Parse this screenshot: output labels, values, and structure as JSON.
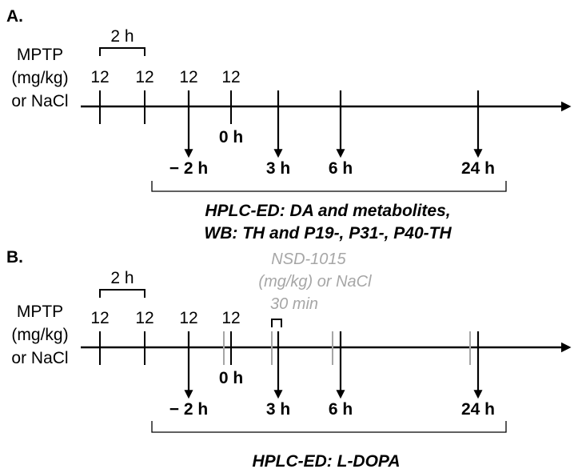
{
  "panel_a": {
    "label": "A.",
    "treatment_label": [
      "MPTP",
      "(mg/kg)",
      "or NaCl"
    ],
    "interval_label": "2 h",
    "doses": [
      "12",
      "12",
      "12",
      "12"
    ],
    "zero_label": "0 h",
    "timepoints": [
      "− 2 h",
      "3 h",
      "6 h",
      "24 h"
    ],
    "analysis": [
      "HPLC-ED: DA and metabolites,",
      "WB: TH and P19-, P31-, P40-TH"
    ]
  },
  "panel_b": {
    "label": "B.",
    "treatment_label": [
      "MPTP",
      "(mg/kg)",
      "or NaCl"
    ],
    "interval_label": "2 h",
    "doses": [
      "12",
      "12",
      "12",
      "12"
    ],
    "drug_label": [
      "NSD-1015",
      "(mg/kg) or NaCl"
    ],
    "pretreat_label": "30 min",
    "zero_label": "0 h",
    "timepoints": [
      "− 2 h",
      "3 h",
      "6 h",
      "24 h"
    ],
    "analysis": [
      "HPLC-ED: L-DOPA"
    ]
  },
  "colors": {
    "drug": "#a6a6a6",
    "ink": "#000000"
  }
}
